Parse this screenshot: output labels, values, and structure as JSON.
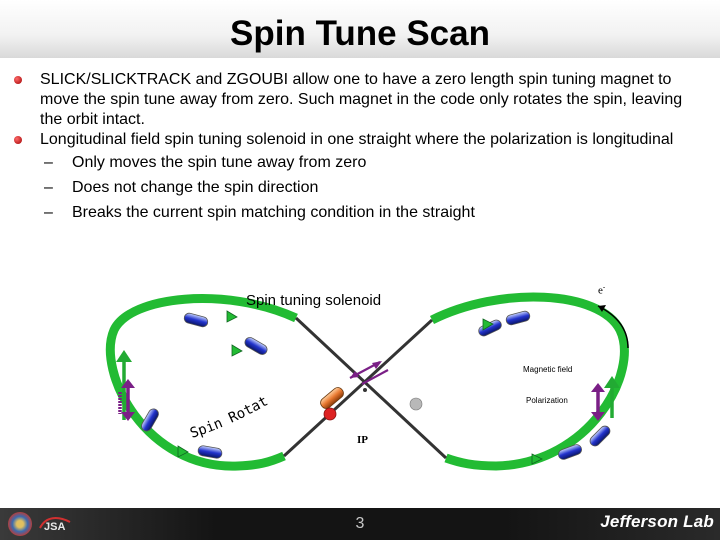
{
  "title": "Spin Tune Scan",
  "bullets": [
    {
      "text": "SLICK/SLICKTRACK and ZGOUBI allow one to have a zero length spin tuning magnet to move the spin tune away from zero. Such magnet in the code only rotates the spin, leaving the orbit intact."
    },
    {
      "text": "Longitudinal field spin tuning solenoid in one straight where the polarization is longitudinal",
      "subs": [
        "Only moves the spin tune away from zero",
        "Does not change the spin direction",
        "Breaks the current spin matching condition in the straight"
      ]
    }
  ],
  "sub_marker": "–",
  "diagram": {
    "solenoid_label": "Spin tuning solenoid",
    "magnetic_field_label": "Magnetic field",
    "polarization_label": "Polarization",
    "ip_label": "IP",
    "electron_label": "e",
    "electron_sup": "-",
    "rotator_label": "Spin Rotator",
    "colors": {
      "ring": "#22bb33",
      "magnet": "#2233cc",
      "arrow_green": "#22aa33",
      "arrow_purple": "#7a1f86",
      "solenoid": "#e87830"
    }
  },
  "footer": {
    "page_number": "3",
    "logo_text": "Jefferson Lab",
    "jsa_logo": "JSA"
  }
}
